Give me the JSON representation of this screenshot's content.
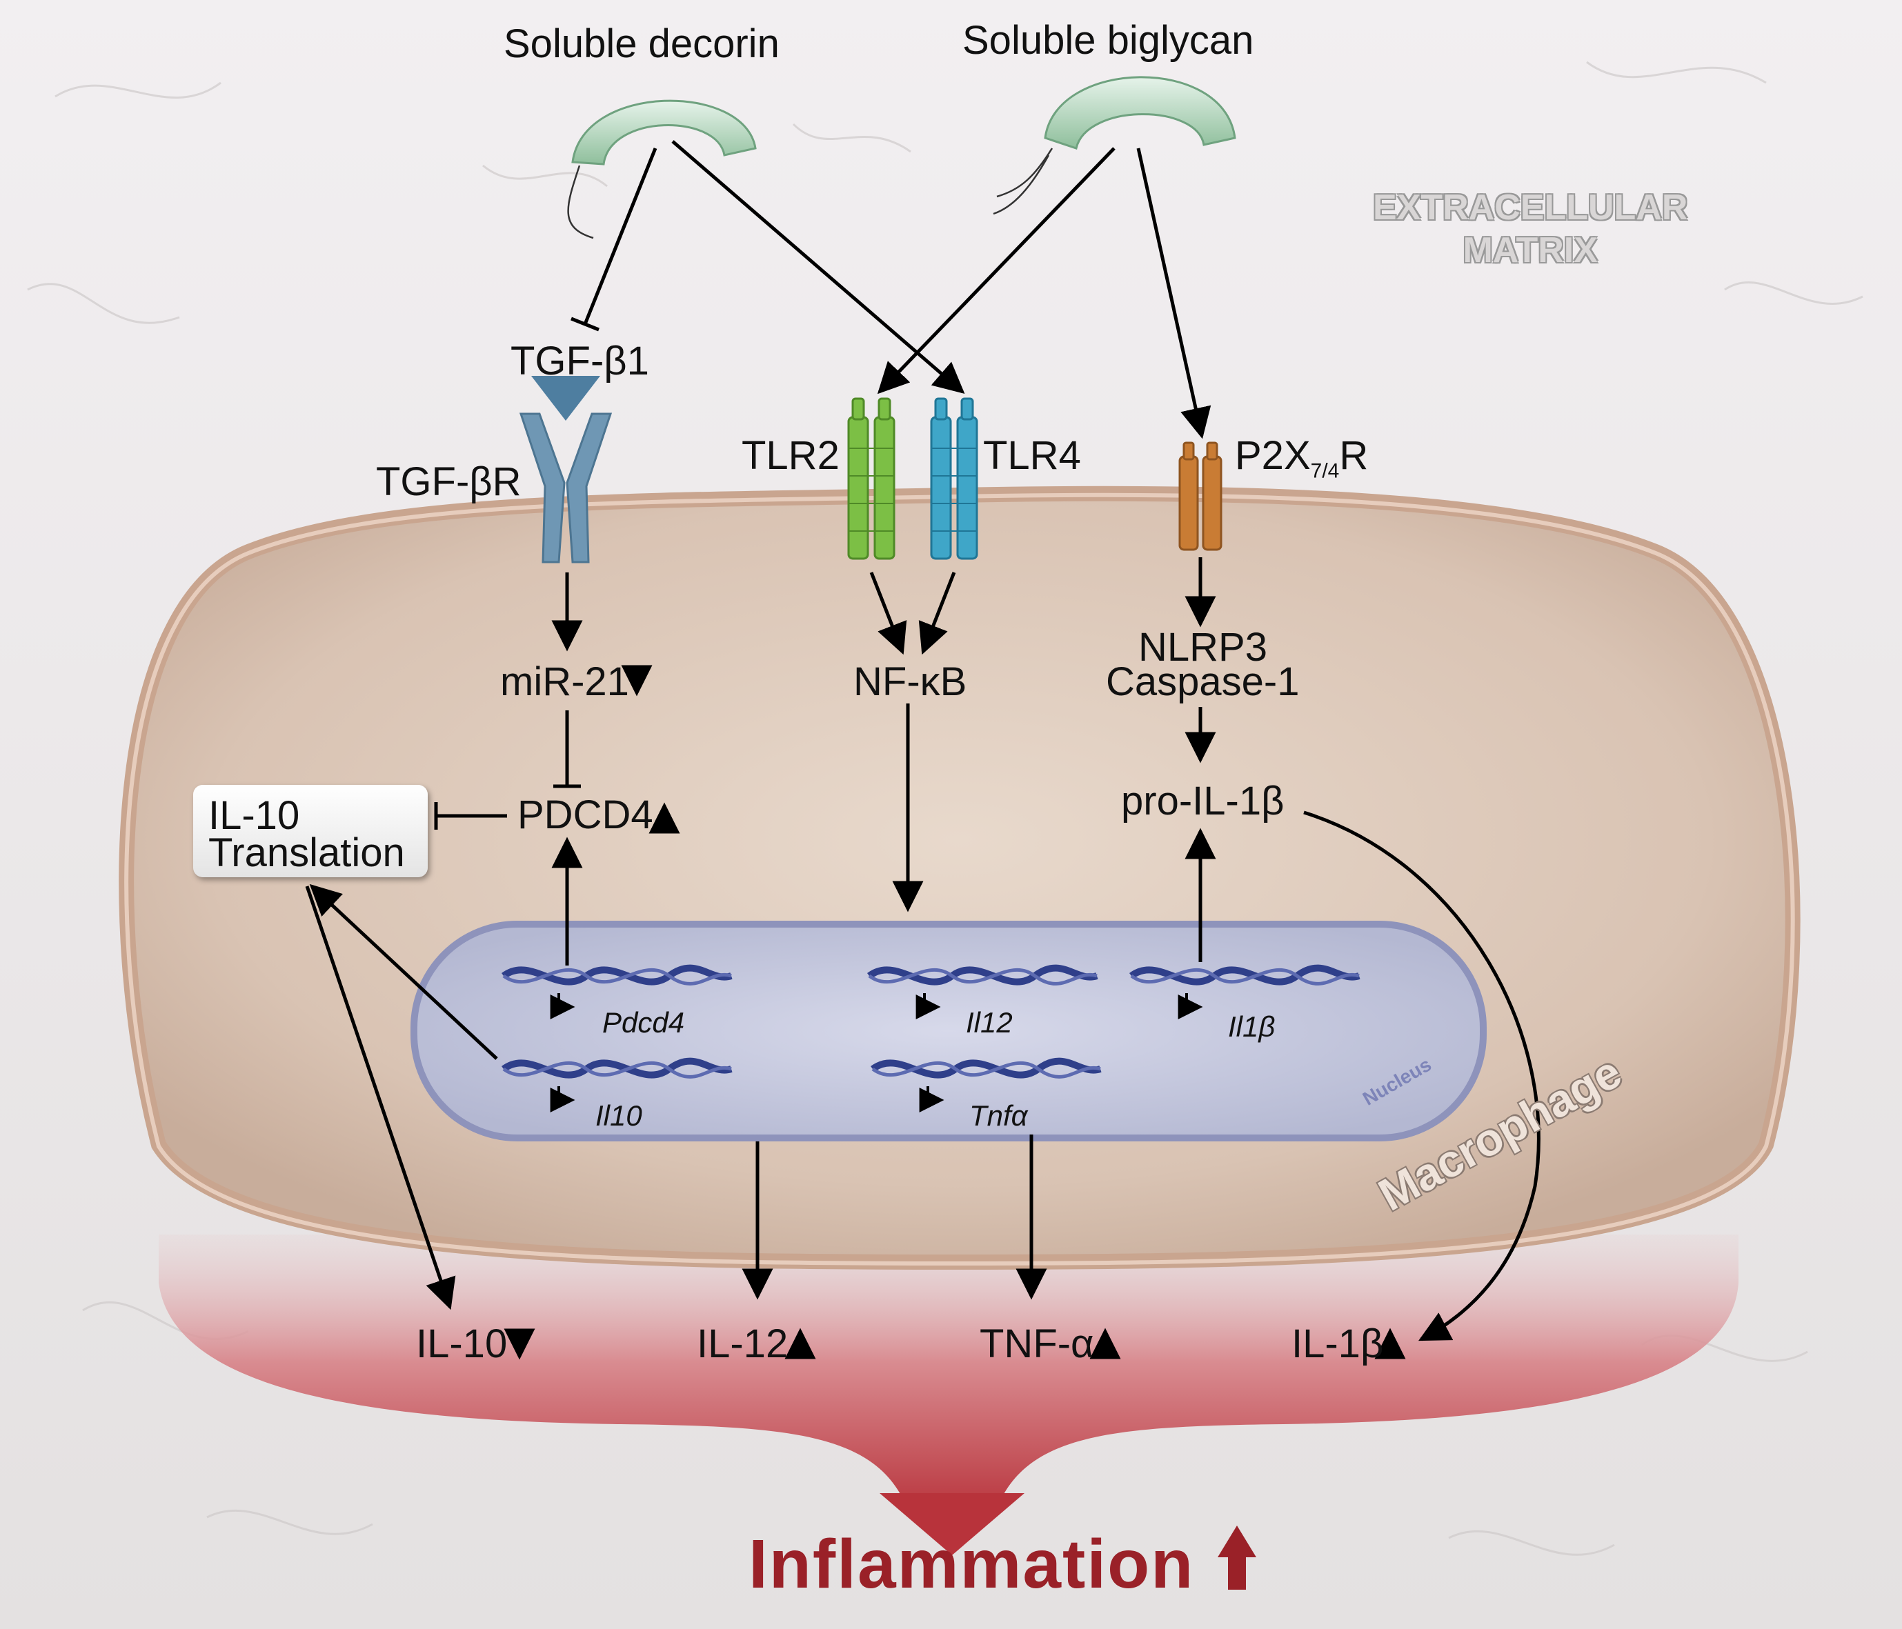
{
  "ligands": {
    "decorin": "Soluble decorin",
    "biglycan": "Soluble biglycan"
  },
  "region_label": {
    "line1": "EXTRACELLULAR",
    "line2": "MATRIX"
  },
  "receptors": {
    "tgf_ligand": "TGF-β1",
    "tgf_receptor": "TGF-βR",
    "tlr2": "TLR2",
    "tlr4": "TLR4",
    "p2x_main": "P2X",
    "p2x_sub": "7/4",
    "p2x_tail": "R"
  },
  "signaling": {
    "mir21": "miR-21",
    "nfkb": "NF-κB",
    "nlrp3": "NLRP3",
    "caspase1": "Caspase-1",
    "pdcd4": "PDCD4",
    "pro_il1b": "pro-IL-1β",
    "il10_translation_line1": "IL-10",
    "il10_translation_line2": "Translation"
  },
  "genes": {
    "pdcd4": "Pdcd4",
    "il10": "Il10",
    "il12": "Il12",
    "tnfa": "Tnfα",
    "il1b": "Il1β"
  },
  "compartments": {
    "nucleus": "Nucleus",
    "macrophage": "Macrophage"
  },
  "outputs": {
    "il10": "IL-10",
    "il12": "IL-12",
    "tnfa": "TNF-α",
    "il1b": "IL-1β"
  },
  "result": {
    "inflammation": "Inflammation"
  },
  "colors": {
    "tlr2": "#7cbf45",
    "tlr4": "#3fa6c8",
    "p2x": "#c97c34",
    "tgf_receptor": "#6f97b4",
    "inflammation": "#9a2128",
    "cell": "#d9c3b5",
    "nucleus": "#c4c6dc"
  }
}
